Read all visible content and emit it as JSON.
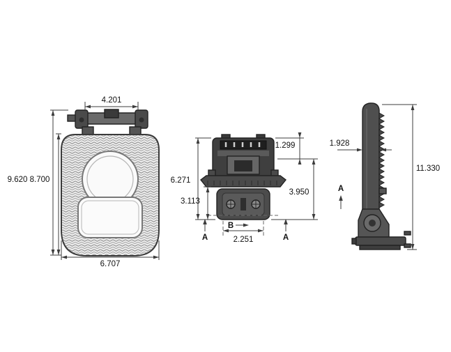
{
  "page": {
    "background": "#ffffff"
  },
  "colors": {
    "dimension_line": "#3c3c3c",
    "part_outline": "#222222",
    "part_fill_dark": "#4a4a4a",
    "part_fill_mid": "#5a5a5a",
    "knurl_texture": "#8f8f8f"
  },
  "drawing": {
    "front_view": {
      "dim_top_width": "4.201",
      "dim_height_overall": "9.620",
      "dim_height_body": "8.700",
      "dim_bottom_width": "6.707"
    },
    "center_view": {
      "dim_height_overall": "6.271",
      "dim_height_lower": "3.113",
      "dim_top_offset": "1.299",
      "dim_height_right": "3.950",
      "dim_bottom_width": "2.251",
      "section_label_b": "B",
      "section_label_a_left": "A",
      "section_label_a_right": "A"
    },
    "side_view": {
      "dim_top_width": "1.928",
      "dim_height_overall": "11.330",
      "section_label_a": "A"
    }
  }
}
